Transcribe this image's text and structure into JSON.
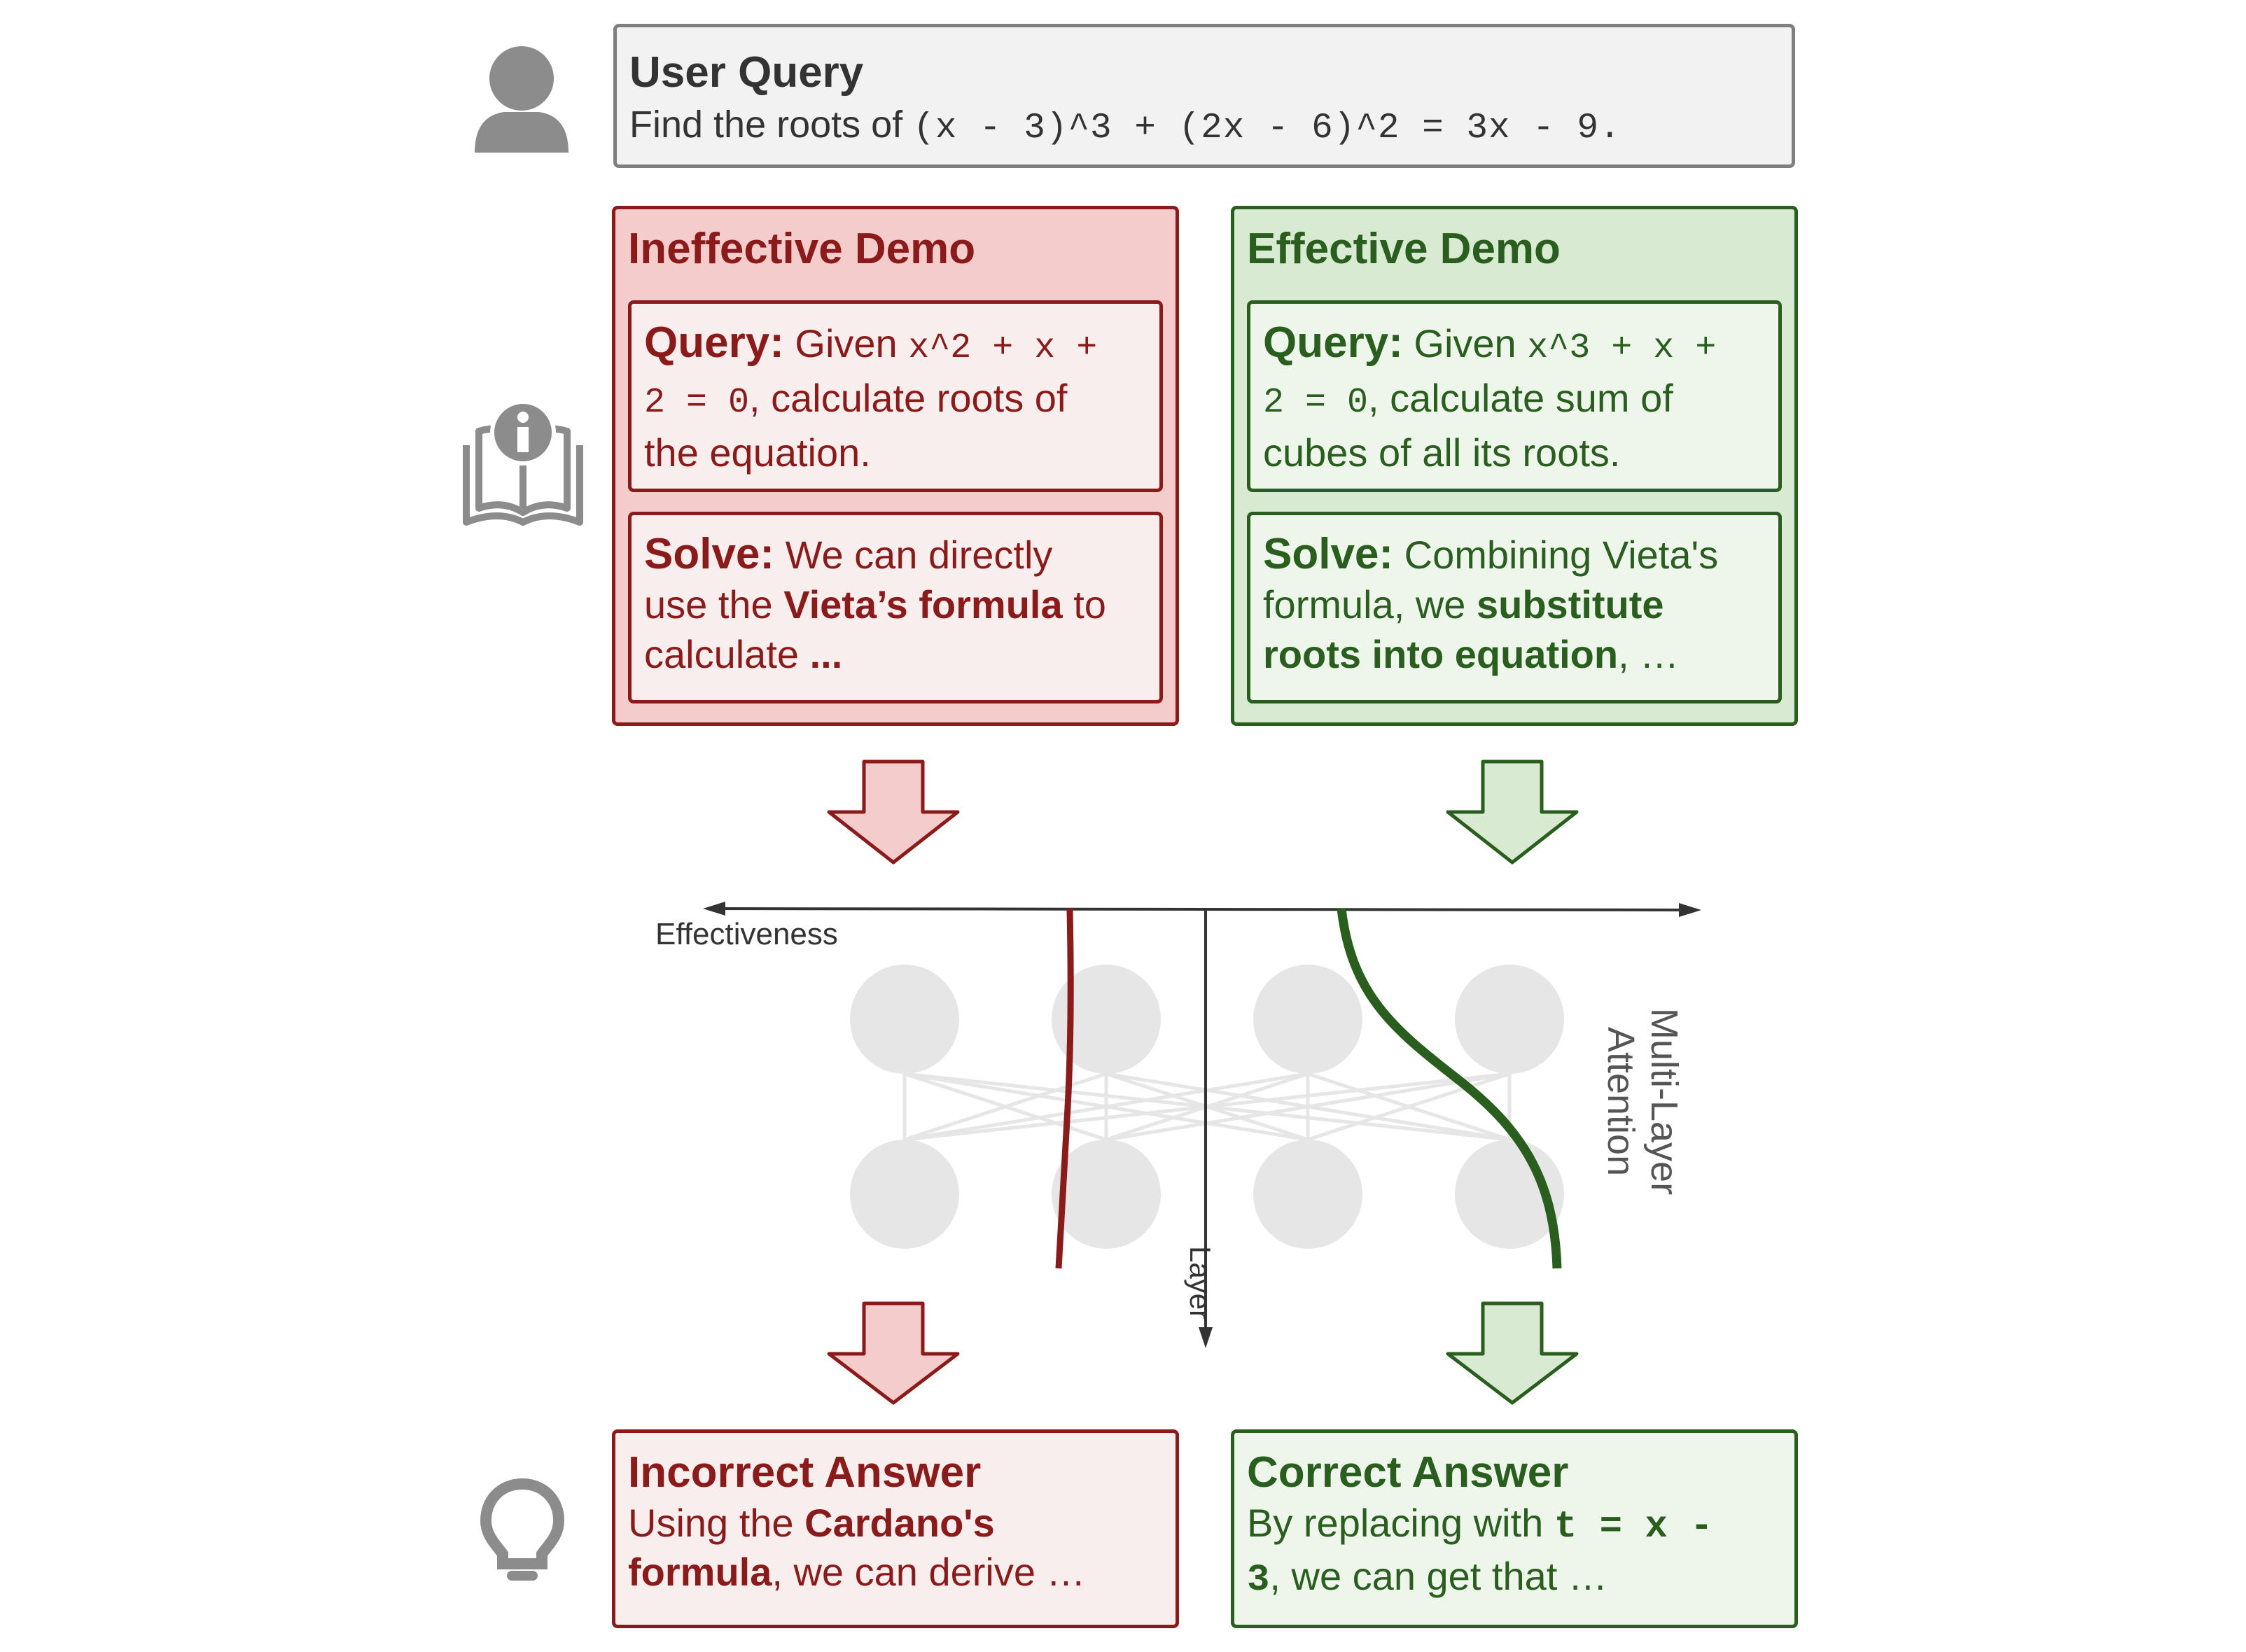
{
  "user_query": {
    "title": "User Query",
    "prefix": "Find the roots of ",
    "equation": "(x - 3)^3 + (2x - 6)^2 = 3x - 9."
  },
  "ineffective_demo": {
    "title": "Ineffective Demo",
    "query_label": "Query:",
    "query_text_1": " Given ",
    "query_math_1": "x^2 + x +",
    "query_math_2": "2 = 0",
    "query_text_2": ", calculate roots of",
    "query_text_3": "the equation.",
    "solve_label": "Solve:",
    "solve_text_1": " We can directly",
    "solve_text_2": "use the ",
    "solve_bold": "Vieta’s formula",
    "solve_text_3": " to",
    "solve_text_4": "calculate ",
    "solve_ellipsis": "..."
  },
  "effective_demo": {
    "title": "Effective Demo",
    "query_label": "Query:",
    "query_text_1": " Given ",
    "query_math_1": "x^3 + x +",
    "query_math_2": "2 = 0",
    "query_text_2": ", calculate sum of",
    "query_text_3": "cubes of all its roots.",
    "solve_label": "Solve:",
    "solve_text_1": " Combining Vieta's",
    "solve_text_2": "formula, we ",
    "solve_bold_1": "substitute",
    "solve_bold_2": "roots into equation",
    "solve_text_3": ", …"
  },
  "diagram": {
    "effectiveness_label": "Effectiveness",
    "layer_label": "Layer",
    "attention_label_1": "Multi-Layer",
    "attention_label_2": "Attention"
  },
  "incorrect_answer": {
    "title": "Incorrect Answer",
    "text_1": "Using the ",
    "bold_1": "Cardano's",
    "bold_2": "formula",
    "text_2": ", we can derive …"
  },
  "correct_answer": {
    "title": "Correct Answer",
    "text_1": "By replacing with ",
    "math_1": "t = x -",
    "math_2": "3",
    "text_2": ", we can get that …"
  },
  "colors": {
    "red_dark": "#8b1a1a",
    "red_fill": "#f4cccc",
    "green_dark": "#2a5e1e",
    "green_fill": "#d9ead3",
    "icon_gray": "#8c8c8c"
  },
  "icons": [
    "user-icon",
    "book-info-icon",
    "lightbulb-icon"
  ]
}
